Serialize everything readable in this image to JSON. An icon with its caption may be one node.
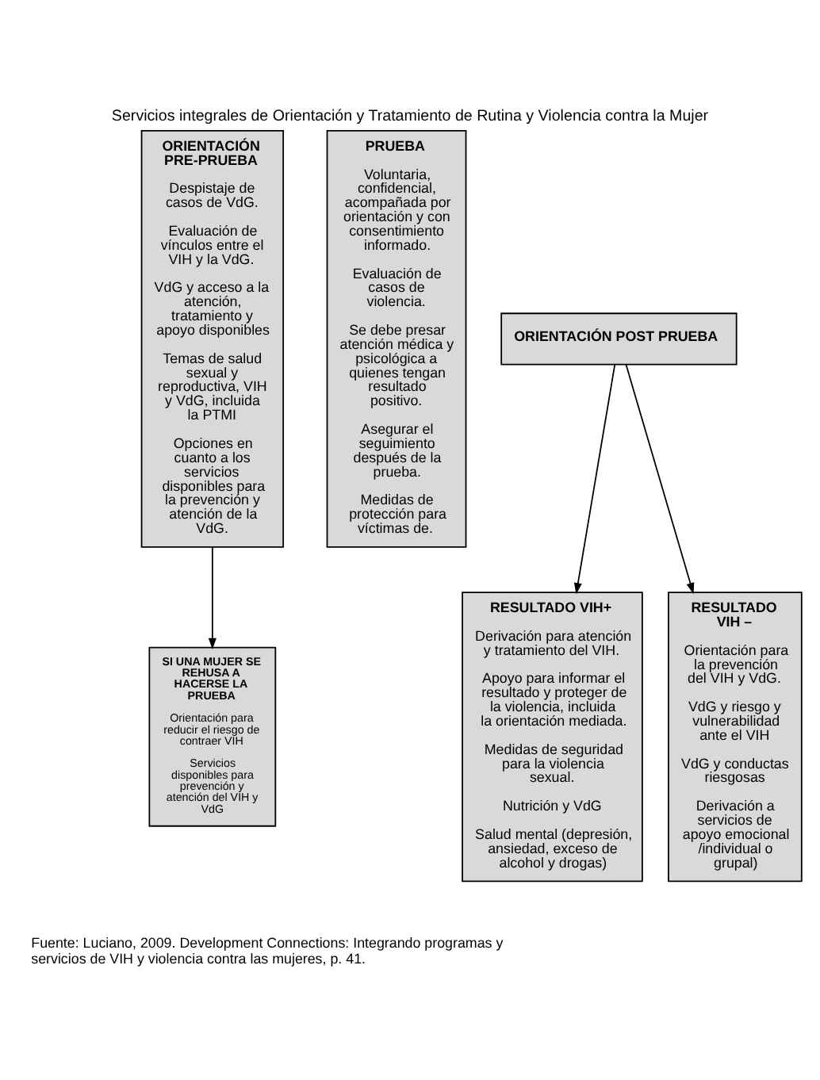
{
  "diagram": {
    "title": "Servicios integrales de Orientación y Tratamiento de Rutina y Violencia contra la Mujer",
    "caption": "Fuente: Luciano, 2009. Development Connections: Integrando programas y servicios de VIH y violencia contra las mujeres, p. 41.",
    "nodes": [
      {
        "text": [
          "ORIENTACIÓN PRE-PRUEBA",
          "Despistaje de casos de VdG.",
          "Evaluación de vínculos entre el VIH y la VdG.",
          "VdG y acceso a la atención, tratamiento y apoyo disponibles",
          "Temas de salud sexual y reproductiva, VIH y VdG, incluida la PTMI",
          "Opciones en cuanto a los servicios disponibles para la prevención y atención de la VdG."
        ]
      },
      {
        "text": [
          "PRUEBA",
          "Voluntaria, confidencial, acompañada por orientación y con consentimiento informado.",
          "Evaluación de casos de violencia.",
          "Se debe presar atención médica y psicológica a quienes tengan resultado positivo.",
          "Asegurar el seguimiento después de la prueba.",
          "Medidas de protección para víctimas de."
        ]
      },
      {
        "text": [
          "ORIENTACIÓN POST PRUEBA"
        ]
      },
      {
        "text": [
          "RESULTADO VIH+",
          "Derivación para atención y tratamiento del VIH.",
          "Apoyo para informar el resultado y proteger de la violencia, incluida la orientación mediada.",
          "Medidas de seguridad para la violencia sexual.",
          "Nutrición y VdG",
          "Salud mental (depresión, ansiedad, exceso de alcohol y drogas)"
        ]
      },
      {
        "text": [
          "RESULTADO VIH –",
          "Orientación para la prevención del VIH y VdG.",
          "VdG y riesgo y vulnerabilidad ante el VIH",
          "VdG y conductas riesgosas",
          "Derivación a servicios de apoyo emocional /individual o grupal)"
        ]
      },
      {
        "text": [
          "SI UNA MUJER SE REHUSA A HACERSE LA PRUEBA",
          "Orientación para reducir el riesgo de contraer VIH",
          "Servicios disponibles para prevención y atención del VIH y VdG"
        ]
      }
    ],
    "edges": [
      {
        "from": 2,
        "to": 3,
        "arrow": "to"
      },
      {
        "from": 2,
        "to": 4,
        "arrow": "to"
      },
      {
        "from": 0,
        "to": 5,
        "arrow": "to"
      }
    ]
  }
}
